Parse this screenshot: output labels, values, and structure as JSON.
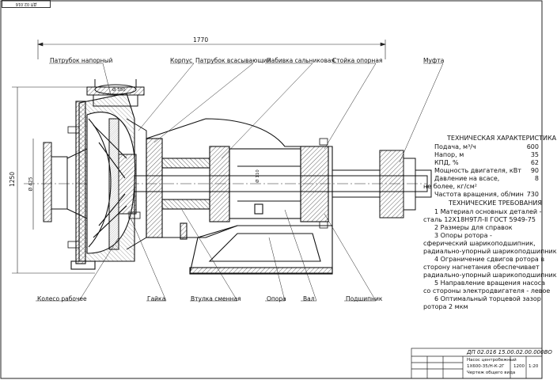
{
  "labels": {
    "nozzle_outlet": "Патрубок напорный",
    "casing": "Корпус",
    "nozzle_inlet": "Патрубок всасывающий",
    "gland": "Набивка сальниковая",
    "bearing_stand": "Стойка опорная",
    "coupling": "Муфта",
    "impeller": "Колесо рабочее",
    "nut": "Гайка",
    "sleeve": "Втулка сменная",
    "support": "Опора",
    "shaft": "Вал",
    "bearing": "Подшипник"
  },
  "dimensions": {
    "overall_length": "1770",
    "height": "1250",
    "d_outlet": "Ø 350",
    "d_inlet": "Ø 425",
    "d_shaft": "Ø 110"
  },
  "tech_spec": {
    "title": "ТЕХНИЧЕСКАЯ ХАРАКТЕРИСТИКА",
    "rows": [
      {
        "label": "Подача, м³/ч",
        "value": "600"
      },
      {
        "label": "Напор, м",
        "value": "35"
      },
      {
        "label": "КПД, %",
        "value": "62"
      },
      {
        "label": "Мощность двигателя, кВт",
        "value": "90"
      },
      {
        "label": "Давление на всасе,",
        "value": "8"
      },
      {
        "label": "не более, кг/см²",
        "value": ""
      },
      {
        "label": "Частота вращения, об/мин",
        "value": "730"
      }
    ]
  },
  "requirements": {
    "title": "ТЕХНИЧЕСКИЕ ТРЕБОВАНИЯ",
    "lines": [
      "1 Материал основных деталей -",
      "сталь 12Х18Н9ТЛ-II ГОСТ 5949-75",
      "2 Размеры для справок",
      "3 Опоры ротора -",
      "сферический шарикоподшипник,",
      "радиально-упорный шарикоподшипник",
      "4 Ограничение сдвигов ротора в",
      "сторону нагнетания обеспечивает",
      "радиально-упорный шарикоподшипник",
      "5 Направление вращения насоса",
      "со стороны электродвигателя - левое",
      "6 Оптимальный торцевой зазор",
      "ротора 2 мкм"
    ]
  },
  "title_block": {
    "doc_code": "ДП 02.016 15.00.02.00.000ВО",
    "name_line1": "Насос центробежный",
    "name_line2": "1Х600-35/Н-К-2Г",
    "name_line3": "Чертеж общего вида",
    "sheet_scale": "1:20",
    "mass": "1200"
  },
  "stamp_text": "ДП 02.016 15.00.02.00.000ВО"
}
